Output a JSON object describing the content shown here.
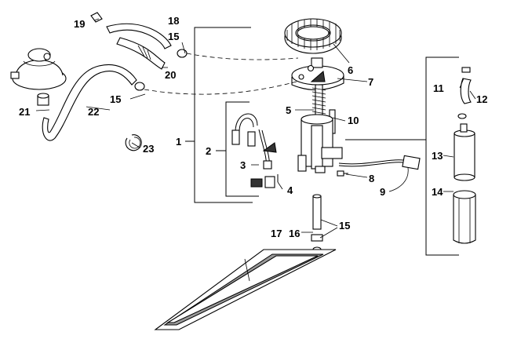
{
  "diagram": {
    "callouts": {
      "c1": "1",
      "c2": "2",
      "c3": "3",
      "c4": "4",
      "c5": "5",
      "c6": "6",
      "c7": "7",
      "c8": "8",
      "c9": "9",
      "c10": "10",
      "c11": "11",
      "c12": "12",
      "c13": "13",
      "c14": "14",
      "c15a": "15",
      "c15b": "15",
      "c15c": "15",
      "c16": "16",
      "c17": "17",
      "c18": "18",
      "c19": "19",
      "c20": "20",
      "c21": "21",
      "c22": "22",
      "c23": "23"
    },
    "colors": {
      "line": "#000000",
      "shade": "#9a9a9a",
      "background": "#ffffff"
    }
  }
}
